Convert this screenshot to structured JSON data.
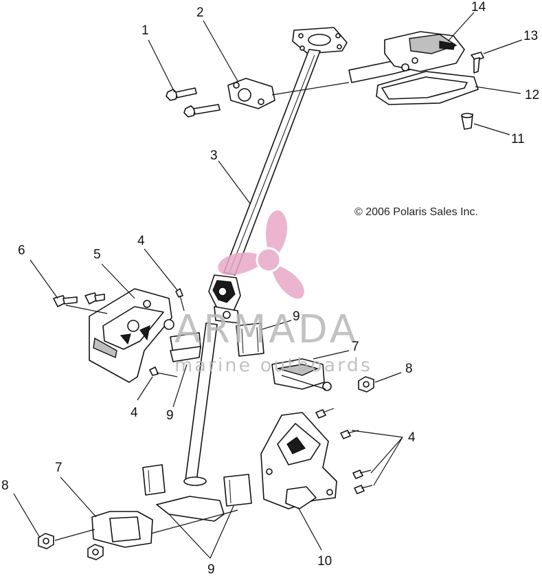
{
  "copyright": "© 2006 Polaris Sales Inc.",
  "watermark": {
    "brand": "ARMADA",
    "tagline": "marine outboards",
    "color": "#e8a9c8"
  },
  "callouts": {
    "c1": "1",
    "c2": "2",
    "c3": "3",
    "c4a": "4",
    "c4b": "4",
    "c4c": "4",
    "c5": "5",
    "c6": "6",
    "c7a": "7",
    "c7b": "7",
    "c8a": "8",
    "c8b": "8",
    "c9a": "9",
    "c9b": "9",
    "c9c": "9",
    "c10": "10",
    "c11": "11",
    "c12": "12",
    "c13": "13",
    "c14": "14"
  }
}
